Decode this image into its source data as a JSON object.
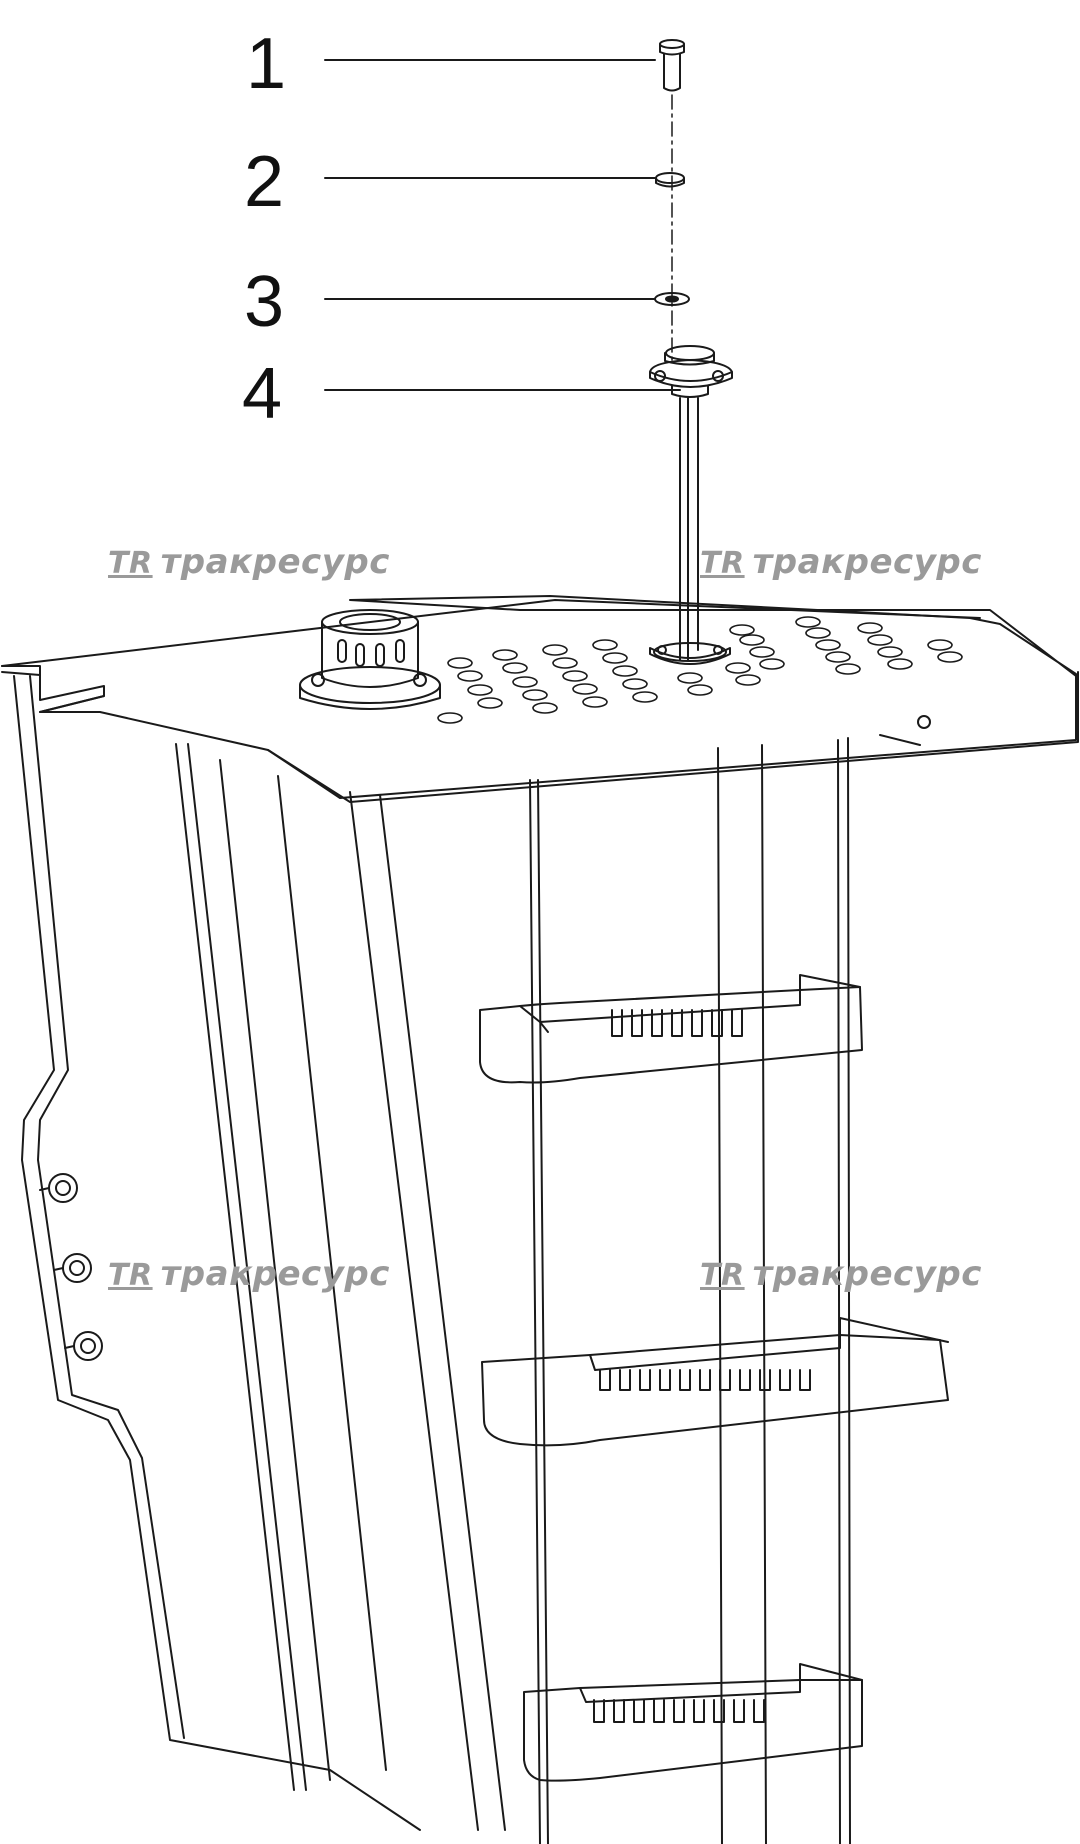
{
  "callouts": [
    {
      "num": "1",
      "part": "bolt"
    },
    {
      "num": "2",
      "part": "washer"
    },
    {
      "num": "3",
      "part": "washer"
    },
    {
      "num": "4",
      "part": "fuel level sensor"
    }
  ],
  "watermark": {
    "logo": "TR",
    "text": "тракресурс"
  },
  "colors": {
    "line": "#1a1a1a",
    "watermark": "#9a9a9a",
    "background": "#ffffff"
  }
}
